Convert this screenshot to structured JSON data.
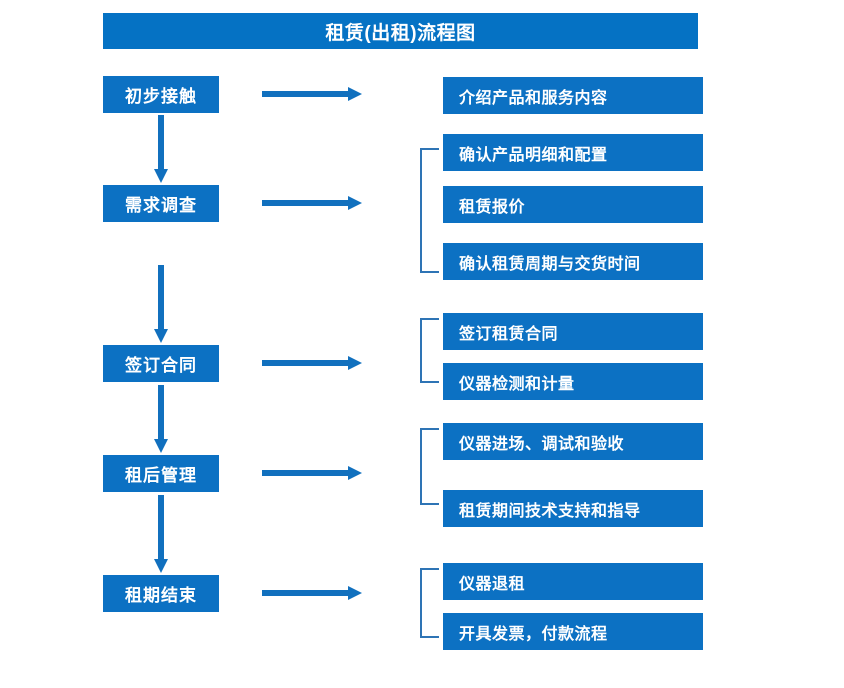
{
  "title": "租赁(出租)流程图",
  "colors": {
    "title_bg": "#0572C4",
    "box_bg": "#0C71C3",
    "box_text": "#FFFFFF",
    "arrow": "#1170BE",
    "bracket": "#2E74B5",
    "background": "#FFFFFF"
  },
  "stages": [
    {
      "label": "初步接触"
    },
    {
      "label": "需求调查"
    },
    {
      "label": "签订合同"
    },
    {
      "label": "租后管理"
    },
    {
      "label": "租期结束"
    }
  ],
  "details": [
    {
      "label": "介绍产品和服务内容"
    },
    {
      "label": "确认产品明细和配置"
    },
    {
      "label": "租赁报价"
    },
    {
      "label": "确认租赁周期与交货时间"
    },
    {
      "label": "签订租赁合同"
    },
    {
      "label": "仪器检测和计量"
    },
    {
      "label": "仪器进场、调试和验收"
    },
    {
      "label": "租赁期间技术支持和指导"
    },
    {
      "label": "仪器退租"
    },
    {
      "label": "开具发票，付款流程"
    }
  ],
  "icons": {
    "arrow_right": "arrow-right-icon",
    "arrow_down": "arrow-down-icon",
    "bracket": "group-bracket-icon"
  }
}
